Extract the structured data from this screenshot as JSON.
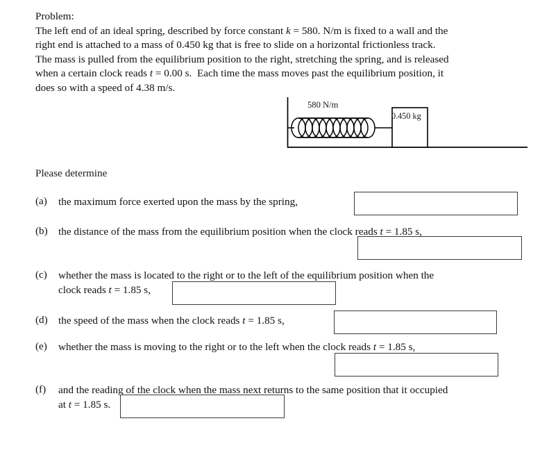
{
  "document": {
    "heading": "Problem:",
    "statement_lines": [
      "The left end of an ideal spring, described by force constant k = 580. N/m is fixed to a wall and the",
      "right end is attached to a mass of 0.450 kg that is free to slide on a horizontal frictionless track.",
      "The mass is pulled from the equilibrium position to the right, stretching the spring, and is released",
      "when a certain clock reads t = 0.00 s.  Each time the mass moves past the equilibrium position, it",
      "does so with a speed of 4.38 m/s."
    ],
    "prompt": "Please determine"
  },
  "diagram": {
    "spring_label": "580 N/m",
    "mass_label": "0.450 kg",
    "coil_count": 11,
    "line_color": "#000000"
  },
  "parts": [
    {
      "label": "(a)",
      "lines": [
        "the maximum force exerted upon the mass by the spring,"
      ],
      "answer_value": "",
      "answer_placeholder": ""
    },
    {
      "label": "(b)",
      "lines": [
        "the distance of the mass from the equilibrium position when the clock reads t = 1.85 s,"
      ],
      "answer_value": "",
      "answer_placeholder": ""
    },
    {
      "label": "(c)",
      "lines": [
        "whether the mass is located to the right or to the left of the equilibrium position when the",
        "clock reads t = 1.85 s,"
      ],
      "answer_value": "",
      "answer_placeholder": ""
    },
    {
      "label": "(d)",
      "lines": [
        "the speed of the mass when the clock reads t = 1.85 s,"
      ],
      "answer_value": "",
      "answer_placeholder": ""
    },
    {
      "label": "(e)",
      "lines": [
        "whether the mass is moving to the right or to the left when the clock reads t = 1.85 s,"
      ],
      "answer_value": "",
      "answer_placeholder": ""
    },
    {
      "label": "(f)",
      "lines": [
        "and the reading of the clock when the mass next returns to the same position that it occupied",
        "at t = 1.85 s."
      ],
      "answer_value": "",
      "answer_placeholder": ""
    }
  ]
}
